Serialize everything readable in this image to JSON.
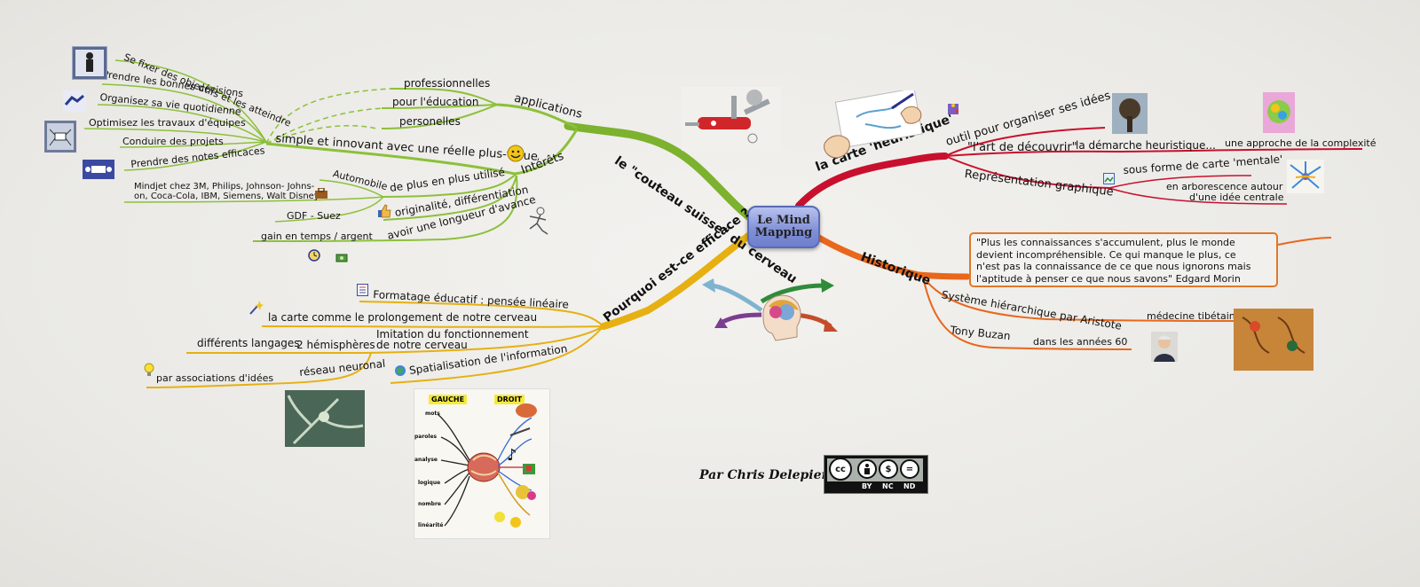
{
  "center": {
    "line1": "Le Mind",
    "line2": "Mapping"
  },
  "branches": {
    "couteau": "le \"couteau suisse\" du cerveau",
    "heuristique": "la carte 'heuristique'",
    "historique": "Historique",
    "pourquoi": "Pourquoi est-ce efficace ?"
  },
  "couteau": {
    "applications": "applications",
    "professionnelles": "professionnelles",
    "education": "pour l'éducation",
    "personelles": "personelles",
    "interets": "Intérêts",
    "simple": "simple et innovant avec une réelle plus-value",
    "objectifs": "Se fixer des objectifs et les atteindre",
    "decisions": "Prendre les bonnes décisions",
    "organisez": "Organisez sa vie quotidienne",
    "optimisez": "Optimisez les travaux d'équipes",
    "conduire": "Conduire des projets",
    "notes": "Prendre des notes efficaces",
    "plusutilise": "de plus en plus utilisé",
    "automobile": "Automobile",
    "mindjet1": "Mindjet chez 3M, Philips, Johnson- Johns-",
    "mindjet2": "on, Coca-Cola, IBM, Siemens, Walt Disney",
    "gdf": "GDF - Suez",
    "originalite": "originalité, différentiation",
    "longueur": "avoir une longueur d'avance",
    "gain": "gain en temps / argent"
  },
  "heuristique": {
    "outil": "outil pour organiser ses idées",
    "art": "\"l'art de découvrir\"",
    "demarche": "la démarche heuristique...",
    "complexite": "une approche de la complexité",
    "representation": "Représentation graphique",
    "mentale": "sous forme de carte 'mentale'",
    "arbo1": "en arborescence autour",
    "arbo2": "d'une idée centrale"
  },
  "historique": {
    "quote1": "\"Plus les connaissances s'accumulent, plus le monde",
    "quote2": "devient incompréhensible. Ce qui manque le plus, ce",
    "quote3": "n'est pas la connaissance de ce que nous ignorons mais",
    "quote4": "l'aptitude à penser ce que nous savons\" Edgard Morin",
    "aristote": "Système hiérarchique par Aristote",
    "medecine": "médecine tibétaine",
    "buzan": "Tony Buzan",
    "annees": "dans les années 60"
  },
  "pourquoi": {
    "formatage": "Formatage éducatif : pensée linéaire",
    "prolongement": "la carte comme le prolongement de notre cerveau",
    "imitation1": "Imitation du fonctionnement",
    "imitation2": "de notre cerveau",
    "hemispheres": "2 hémisphères",
    "langages": "différents langages",
    "reseau": "réseau neuronal",
    "associations": "par associations d'idées",
    "spatialisation": "Spatialisation de l'information"
  },
  "brain_image": {
    "gauche": "GAUCHE",
    "droit": "DROIT",
    "words": [
      "mots",
      "paroles",
      "analyse",
      "logique",
      "nombre",
      "linéarité"
    ]
  },
  "author": "Par Chris Delepierre",
  "license": {
    "cc": "cc",
    "by": "BY",
    "nc": "NC",
    "nd": "ND"
  },
  "colors": {
    "green": "#7cb22e",
    "red": "#c8102e",
    "orange": "#e8671c",
    "yellow": "#e6b012",
    "node": "#7f8fd6"
  }
}
